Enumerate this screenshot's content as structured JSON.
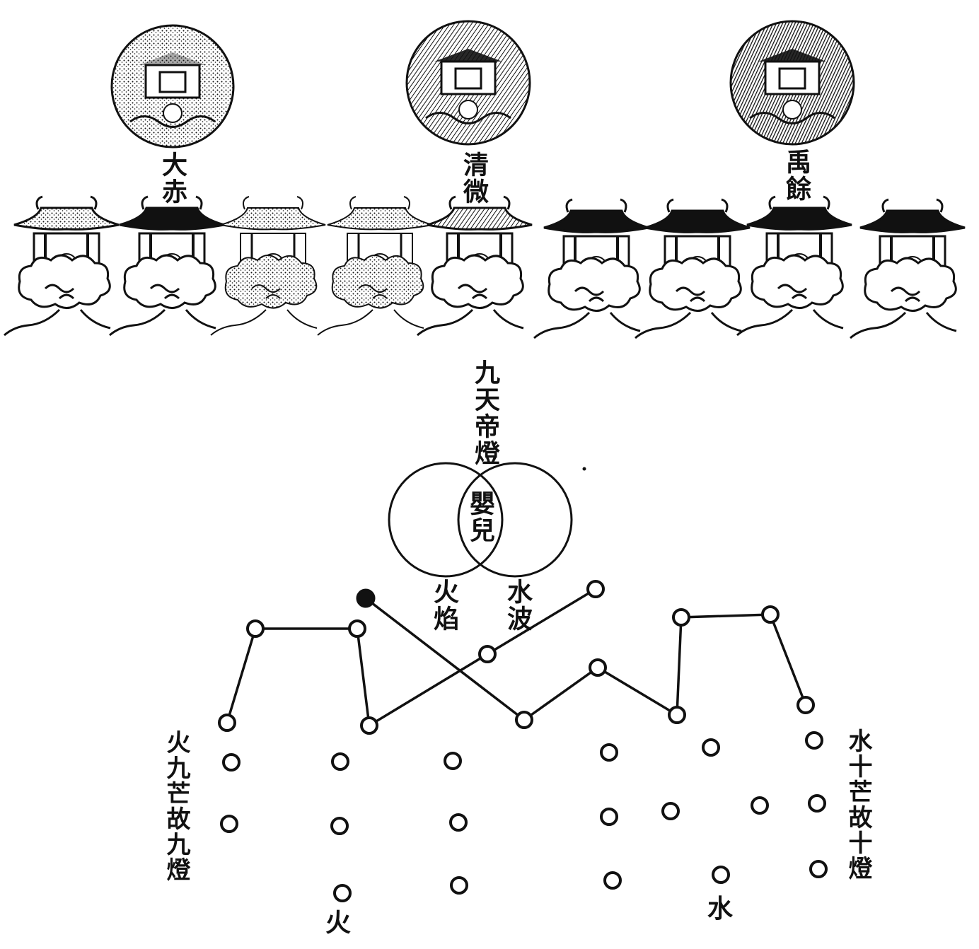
{
  "heavens": [
    {
      "label": "大赤",
      "style": "light"
    },
    {
      "label": "清微",
      "style": "medium"
    },
    {
      "label": "禹餘",
      "style": "dark"
    }
  ],
  "lamp_pavilions": [
    {
      "style": "light"
    },
    {
      "style": "dark"
    },
    {
      "style": "faint"
    },
    {
      "style": "faint"
    },
    {
      "style": "medium"
    },
    {
      "style": "dark"
    },
    {
      "style": "dark"
    },
    {
      "style": "dark"
    },
    {
      "style": "dark"
    }
  ],
  "central": {
    "title": "九天帝燈",
    "inner": "嬰兒",
    "left_label": "火焰",
    "right_label": "水波"
  },
  "left_note": "火九芒故九燈",
  "right_note": "水十芒故十燈",
  "bottom_left": "火",
  "bottom_right": "水",
  "colors": {
    "ink": "#111111",
    "paper": "#ffffff"
  }
}
